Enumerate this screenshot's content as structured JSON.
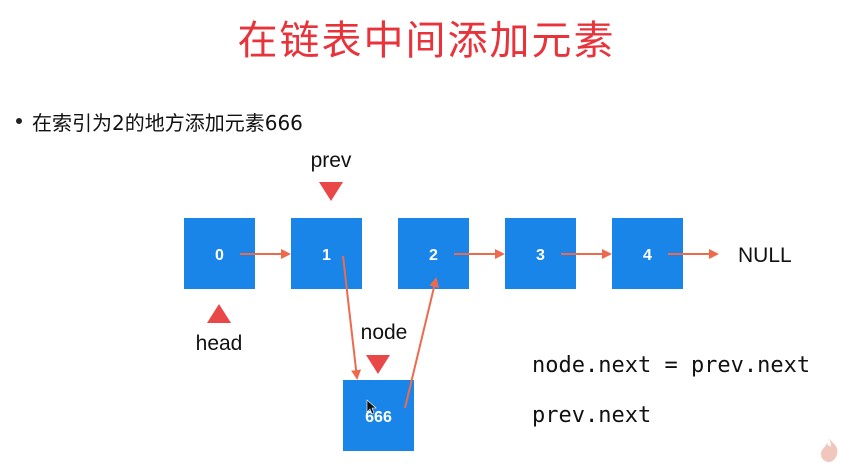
{
  "title": "在链表中间添加元素",
  "bullet": "在索引为2的地方添加元素666",
  "nodes": [
    "0",
    "1",
    "2",
    "3",
    "4"
  ],
  "new_node": "666",
  "null_label": "NULL",
  "prev_label": "prev",
  "head_label": "head",
  "node_label": "node",
  "code": {
    "line1": "node.next = prev.next",
    "line2": "prev.next"
  },
  "colors": {
    "title": "#e8333b",
    "node_fill": "#1a85e8",
    "arrow": "#ee6a4c",
    "marker": "#e84848"
  }
}
